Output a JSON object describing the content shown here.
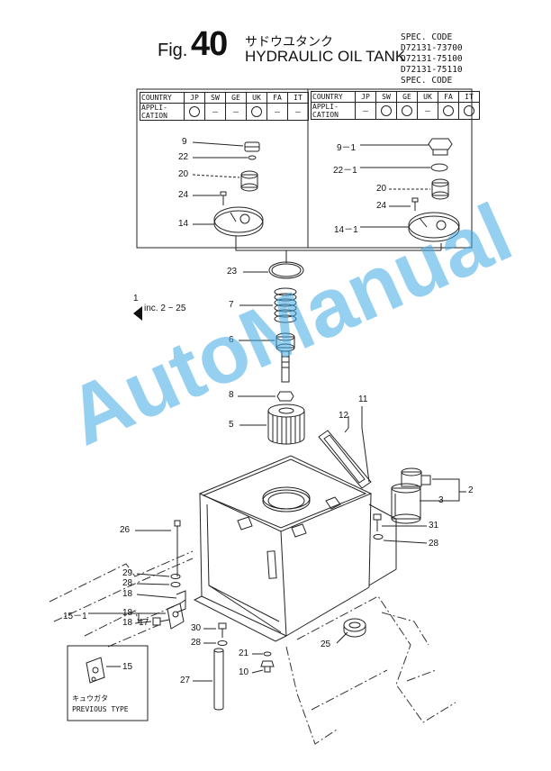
{
  "header": {
    "fig_label": "Fig.",
    "fig_number": "40",
    "title_jp": "サドウユタンク",
    "title_en": "HYDRAULIC OIL TANK",
    "spec_lines": [
      "SPEC. CODE",
      "D72131-73700",
      "D72131-75100",
      "D72131-75110",
      "SPEC. CODE"
    ]
  },
  "table_left": {
    "country_label": "COUNTRY",
    "application_label_1": "APPLI-",
    "application_label_2": "CATION",
    "countries": [
      "JP",
      "SW",
      "GE",
      "UK",
      "FA",
      "IT"
    ],
    "marks": [
      "o",
      "-",
      "-",
      "o",
      "-",
      "-"
    ]
  },
  "table_right": {
    "country_label": "COUNTRY",
    "application_label_1": "APPLI-",
    "application_label_2": "CATION",
    "countries": [
      "JP",
      "SW",
      "GE",
      "UK",
      "FA",
      "IT"
    ],
    "marks": [
      "-",
      "o",
      "o",
      "-",
      "o",
      "o"
    ]
  },
  "part_numbers": {
    "p9": "9",
    "p22": "22",
    "p20": "20",
    "p24": "24",
    "p14": "14",
    "p9_1": "9－1",
    "p22_1": "22－1",
    "p20r": "20",
    "p24r": "24",
    "p14_1": "14－1",
    "p23": "23",
    "p7": "7",
    "p6": "6",
    "p8": "8",
    "p5": "5",
    "p11": "11",
    "p12": "12",
    "p2": "2",
    "p3": "3",
    "p31": "31",
    "p28a": "28",
    "p26": "26",
    "p29": "29",
    "p28b": "28",
    "p18a": "18",
    "p15_1": "15－1",
    "p18b": "18",
    "p18c": "18",
    "p17": "17",
    "p30": "30",
    "p28c": "28",
    "p21": "21",
    "p10": "10",
    "p25": "25",
    "p27": "27",
    "p15": "15",
    "p1": "1",
    "inc": "inc. 2 ~ 25"
  },
  "inset": {
    "label_jp": "キュウガタ",
    "label_en": "PREVIOUS TYPE"
  },
  "watermark": "AutoManual"
}
